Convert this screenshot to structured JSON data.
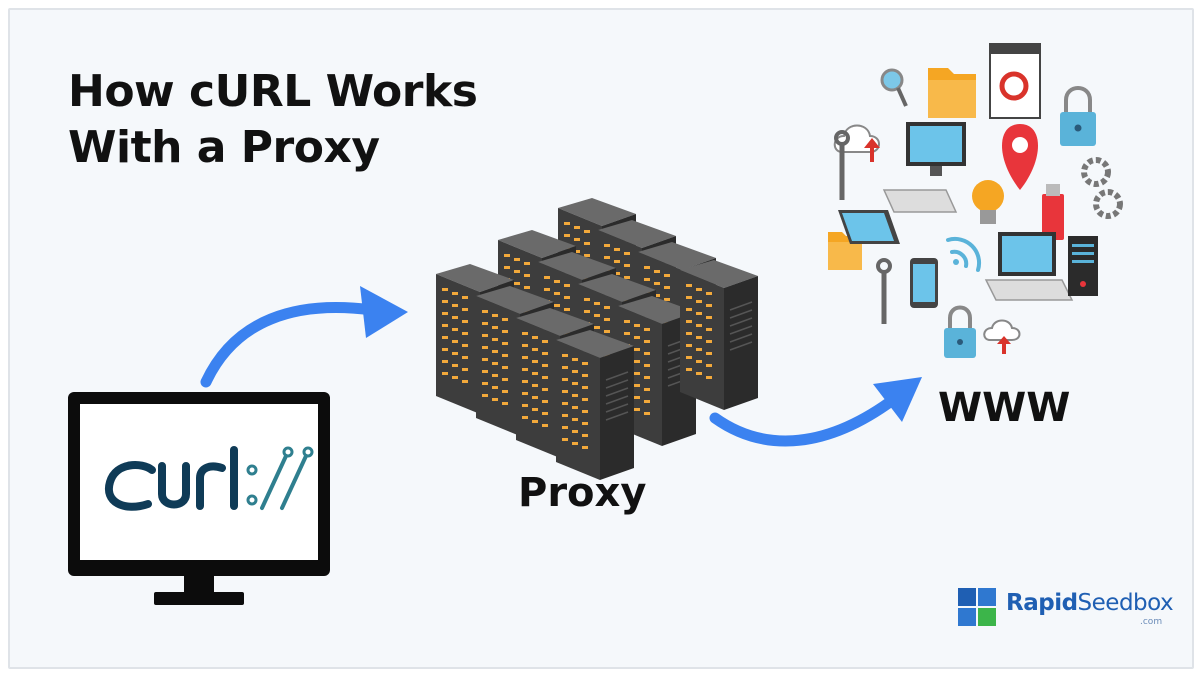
{
  "title": {
    "line1": "How cURL Works",
    "line2": "With a Proxy"
  },
  "nodes": {
    "client": {
      "logo_text": "curl://"
    },
    "proxy": {
      "label": "Proxy"
    },
    "web": {
      "label": "WWW"
    }
  },
  "brand": {
    "part1": "Rapid",
    "part2": "Seedbox",
    "suffix": ".com"
  },
  "colors": {
    "arrow": "#3b82f0",
    "server_body": "#4a4a4a",
    "server_light": "#f2a93b",
    "curl_text": "#0f3b57",
    "curl_accent": "#2f7f8f",
    "brand_blue": "#1f5fb3",
    "brand_green": "#3cb54a"
  }
}
